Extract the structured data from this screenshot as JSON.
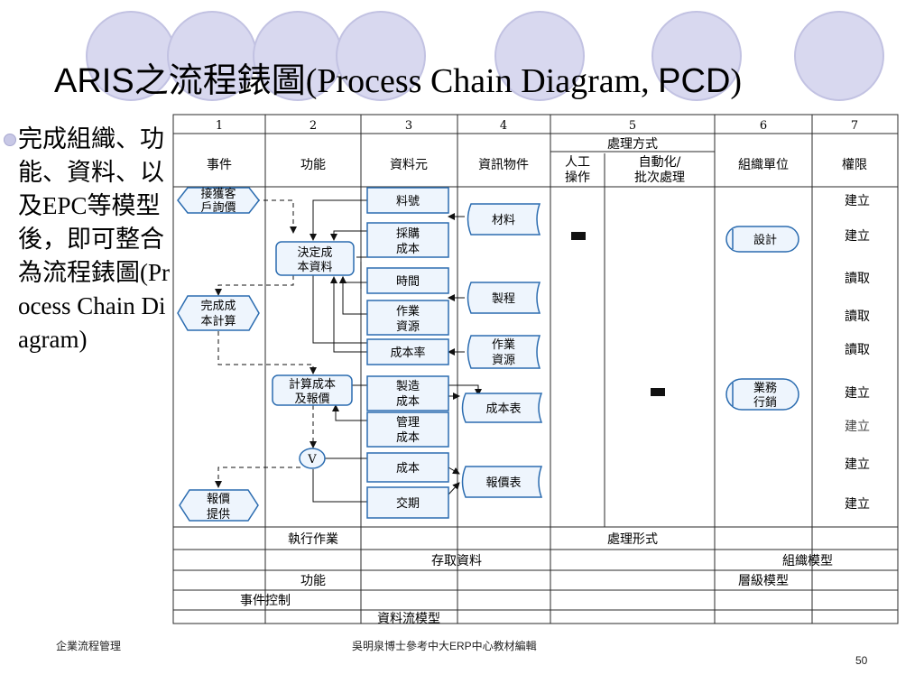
{
  "slide": {
    "title_main": "ARIS之流程錶圖",
    "title_paren": "(Process Chain Diagram, ",
    "title_abbr": "PCD",
    "title_close": ")",
    "body": "完成組織、功能、資料、以及EPC等模型後，即可整合為流程錶圖(Process Chain Diagram)",
    "footer_left": "企業流程管理",
    "footer_center": "吳明泉博士參考中大ERP中心教材編輯",
    "page_number": "50"
  },
  "diagram": {
    "column_numbers": [
      "1",
      "2",
      "3",
      "4",
      "5",
      "6",
      "7"
    ],
    "processing_method": "處理方式",
    "headers": {
      "event": "事件",
      "function": "功能",
      "data_element": "資料元",
      "info_object": "資訊物件",
      "manual_1": "人工",
      "manual_2": "操作",
      "auto_1": "自動化/",
      "auto_2": "批次處理",
      "org_unit": "組織單位",
      "permission": "權限"
    },
    "events": {
      "get_quote_1": "接獲客",
      "get_quote_2": "戶詢價",
      "cost_done_1": "完成成",
      "cost_done_2": "本計算",
      "quote_1": "報價",
      "quote_2": "提供"
    },
    "functions": {
      "decide_cost_1": "決定成",
      "decide_cost_2": "本資料",
      "calc_cost_1": "計算成本",
      "calc_cost_2": "及報價"
    },
    "connector_label": "V",
    "data_elements": {
      "item_no": "料號",
      "purchase_cost_1": "採購",
      "purchase_cost_2": "成本",
      "time": "時間",
      "op_resource_1": "作業",
      "op_resource_2": "資源",
      "cost_rate": "成本率",
      "mfg_cost_1": "製造",
      "mfg_cost_2": "成本",
      "mgmt_cost_1": "管理",
      "mgmt_cost_2": "成本",
      "cost": "成本",
      "delivery": "交期"
    },
    "info_objects": {
      "material": "材料",
      "process": "製程",
      "op_resource_1": "作業",
      "op_resource_2": "資源",
      "cost_table": "成本表",
      "quote_table": "報價表"
    },
    "org_units": {
      "design": "設計",
      "sales_1": "業務",
      "sales_2": "行銷"
    },
    "permissions": [
      "建立",
      "建立",
      "讀取",
      "讀取",
      "讀取",
      "建立",
      "建立",
      "建立",
      "建立"
    ],
    "footer_rows": {
      "exec_ops": "執行作業",
      "process_form": "處理形式",
      "access_data": "存取資料",
      "org_model": "組織模型",
      "function": "功能",
      "hierarchy_model": "層級模型",
      "event_control": "事件控制",
      "data_flow_model": "資料流模型"
    },
    "colors": {
      "header_box": "#5f9bd0",
      "box_fill": "#eef5fd",
      "box_stroke": "#2b6cb0",
      "gridline": "#2a2a2a",
      "marker": "#111111"
    }
  }
}
